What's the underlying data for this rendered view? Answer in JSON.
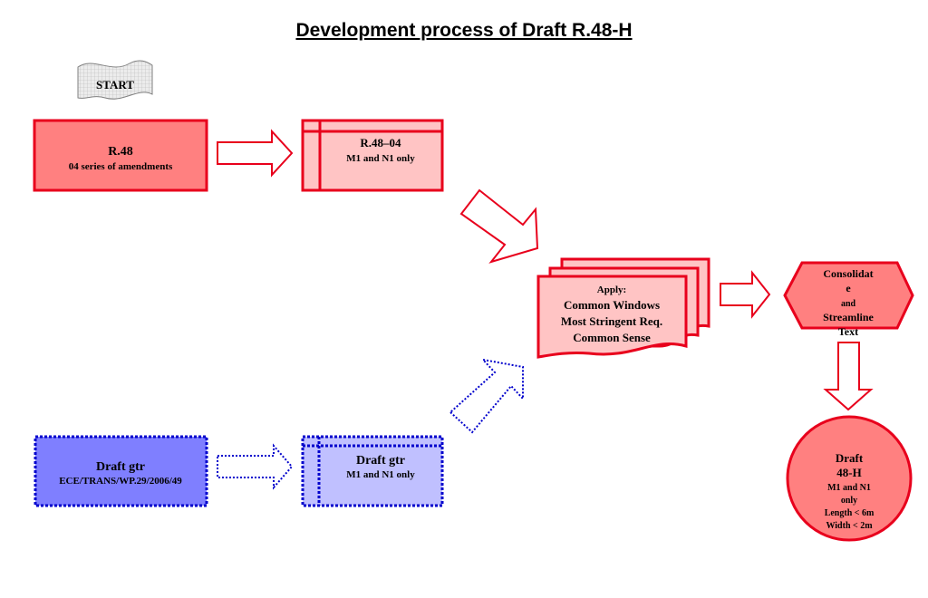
{
  "title": "Development process of Draft R.48-H",
  "start": {
    "label": "START"
  },
  "r48": {
    "title": "R.48",
    "subtitle": "04 series of amendments"
  },
  "r48_04": {
    "title": "R.48–04",
    "subtitle": "M1 and N1 only"
  },
  "draft_gtr": {
    "title": "Draft gtr",
    "subtitle": "ECE/TRANS/WP.29/2006/49"
  },
  "draft_gtr_m1n1": {
    "title": "Draft gtr",
    "subtitle": "M1 and N1 only"
  },
  "apply": {
    "heading": "Apply:",
    "lines": [
      "Common Windows",
      "Most Stringent Req.",
      "Common Sense"
    ]
  },
  "consolidate": {
    "line1": "Consolidat",
    "line2": "e",
    "line3": "and",
    "line4": "Streamline",
    "line5": "Text"
  },
  "draft_48h": {
    "line1": "Draft",
    "line2": "48-H",
    "line3": "M1 and N1",
    "line4": "only",
    "line5": "Length < 6m",
    "line6": "Width < 2m"
  },
  "colors": {
    "red_stroke": "#e8001c",
    "red_fill_dark": "#ff8080",
    "red_fill_light": "#ffc4c4",
    "blue_stroke": "#0000cc",
    "blue_fill_dark": "#7f7fff",
    "blue_fill_light": "#c0c0ff"
  }
}
